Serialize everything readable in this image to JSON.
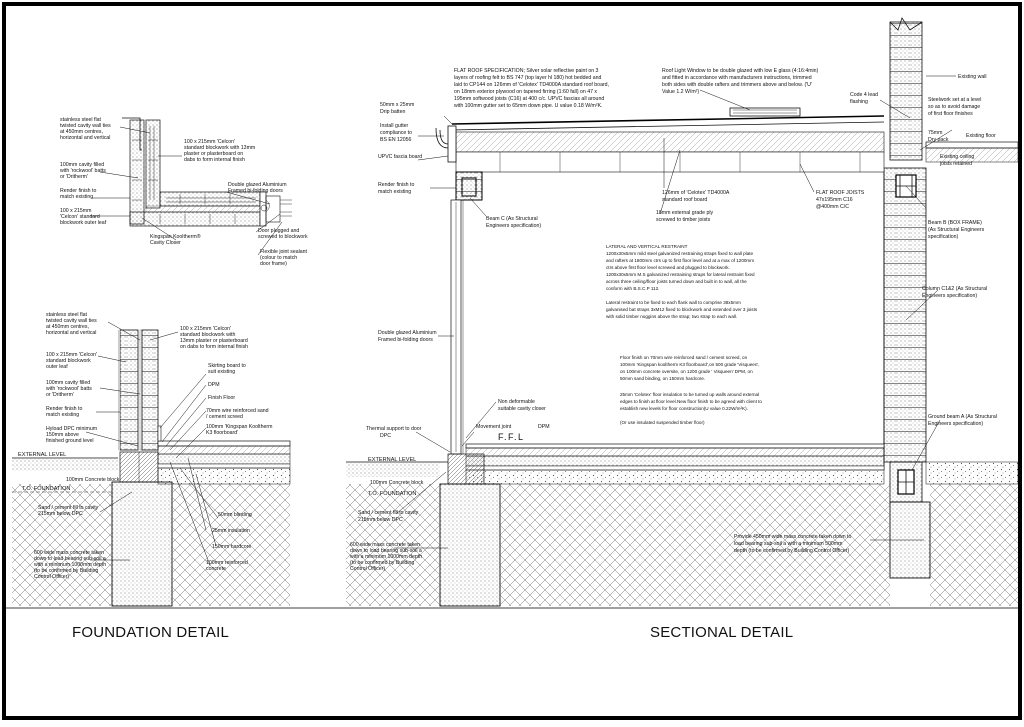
{
  "foundation_detail": {
    "title": "FOUNDATION DETAIL",
    "plan_notes": {
      "ties": [
        "stainless steel flat",
        "twisted cavity wall ties",
        "at 450mm centres,",
        "horizontal and vertical"
      ],
      "cavity": [
        "100mm cavity filled",
        "with 'rockwool' batts",
        "or 'Dritherm'"
      ],
      "render": [
        "Render finish to",
        "match existing"
      ],
      "outer_leaf": [
        "100 x 215mm",
        "'Celcon' standard",
        "blockwork outer leaf"
      ],
      "inner_leaf": [
        "100 x 215mm 'Celcon'",
        "standard blockwork with 13mm",
        "plaster or plasterboard on",
        "dabs to form internal finish"
      ],
      "bifold": [
        "Double glazed Aluminium",
        "Framed bi-folding doors"
      ],
      "closer": [
        "Kingspan Kooltherm®",
        "Cavity Closer"
      ],
      "plugged": [
        "Door plugged and",
        "screwed to blockwork"
      ],
      "sealant": [
        "Flexible joint sealant",
        "(colour to match",
        "door frame)"
      ]
    },
    "section_notes": {
      "ties": [
        "stainless steel flat",
        "twisted cavity wall ties",
        "at 450mm centres,",
        "horizontal and vertical"
      ],
      "inner": [
        "100 x 215mm 'Celcon'",
        "standard blockwork with",
        "13mm plaster or plasterboard",
        "on dabs to form internal finish"
      ],
      "outer": [
        "100 x 215mm 'Celcon'",
        "standard blockwork",
        "outer leaf"
      ],
      "skirting": [
        "Skirting board to",
        "suit existing"
      ],
      "dpm": [
        "DPM"
      ],
      "cavity": [
        "100mm cavity filled",
        "with 'rockwool' batts",
        "or 'Dritherm'"
      ],
      "finish_floor": [
        "Finish Floor"
      ],
      "screed": [
        "70mm wire reinforced sand",
        "/ cement screed"
      ],
      "render": [
        "Render finish to",
        "match existing"
      ],
      "kooltherm": [
        "100mm 'Kingspan Kooltherm",
        "K3 floorboard'"
      ],
      "dpc": [
        "Hyload DPC minimum",
        "150mm above",
        "finished ground level"
      ],
      "ext_level": "EXTERNAL LEVEL",
      "concrete_block": "100mm Concrete block",
      "to_foundation": "T.O. FOUNDATION",
      "blinding": "50mm blinding",
      "sand_fill": [
        "Sand / cement fill to cavity",
        "215mm below DPC"
      ],
      "insulation": "25mm insulation",
      "hardcore": "150mm hardcore",
      "concrete_slab": [
        "100mm reinforced",
        "concrete"
      ],
      "mass_concrete": [
        "600 wide mass concrete taken",
        "down to load bearing sub-soil a",
        "with a minimum 1000mm depth",
        "(to be confirmed by Building",
        "Control Officer)"
      ]
    }
  },
  "sectional_detail": {
    "title": "SECTIONAL DETAIL",
    "flat_roof_spec": [
      "FLAT ROOF SPECIFICATION; Silver solar reflective paint on 3",
      "layers of roofing felt to BS 747 (top layer hl 180) hot bedded and",
      "laid to CP144  on 126mm of 'Celotex' TD4000A standard roof board,",
      "on 18mm exterior plywood on tapered firring (1:60 fall) on  47 x",
      "195mm softwood joists (C16) at 400 c/c.  UPVC fascias all around",
      "with 100mm gutter set to 65mm down pipe.  U value 0.18 W/m²K."
    ],
    "roof_light": [
      "Roof Light Window to be double glazed with low E glass (4:16:4min)",
      "and fitted in accordance with manufacturers instructions, trimmed",
      "both sides with double rafters and trimmers above and below. ('U'",
      "Value 1.2 W/m²)"
    ],
    "drip_batten": [
      "50mm x 25mm",
      "Drip batten"
    ],
    "gutter": [
      "Install  gutter",
      "compliance to",
      "BS EN 12056"
    ],
    "fascia": "UPVC fascia board",
    "render": [
      "Render  finish  to",
      "match existing"
    ],
    "beam_c": [
      "Beam C (As Structural",
      "Engineers specification)"
    ],
    "roof_board": [
      "126mm of 'Celotex' TD4000A",
      "standard roof board"
    ],
    "ply": [
      "18mm external grade ply",
      "screwed to timber joists"
    ],
    "joists": [
      "FLAT ROOF JOISTS",
      "47x195mm C16",
      "@400mm C/C"
    ],
    "code4": [
      "Code 4 lead",
      "flashing"
    ],
    "existing_wall": "Existing wall",
    "steelwork": [
      "Steelwork set at a level",
      "so as to avoid damage",
      "of first floor finishes"
    ],
    "dry_pack": [
      "75mm",
      "Dry pack"
    ],
    "existing_floor": "Existing floor",
    "ceiling_joists": [
      "Existing ceiling",
      "joists retained"
    ],
    "beam_b": [
      "Beam B (BOX FRAME)",
      "(As Structural Engineers",
      "specification)"
    ],
    "restraint": [
      "LATERAL AND VERTICAL RESTRAINT",
      "1200x30x5mm mild steel galvanized restraining straps fixed to wall plate",
      "and rafters at 1800mm ctrs up to first floor level and at a max of 1200mm",
      "ctrs above first floor level screwed and plugged to blockwork.",
      "1200x30x5mm M.S galvanized restraining straps for lateral restraint fixed",
      "across three ceiling/floor joists turned down and built in to wall, all the",
      "conform with B.S.C.P 112.",
      "",
      "Lateral restraint to be fixed to each flank wall to comprise 38x5mm",
      "galvanised bat straps 3xM12 fixed to blockwork and extended over 3 joists",
      "with solid timber noggins above the strap; two strap to each wall."
    ],
    "column": [
      "Column C1&2 (As Structural",
      "Engineers specification)"
    ],
    "bifold": [
      "Double glazed Aluminium",
      "Framed bi-folding doors"
    ],
    "floor_finish": [
      "Floor finish on 70mm wire reinforced sand / cement screed, on",
      "100mm 'Kingspan kooltherm K3 floorboard',on 500 grade 'Visqueen',",
      "on 100mm concrete oversite, on 1200 grade ' Visqueen' DPM, on",
      "50mm sand binding, on 150mm hardcore."
    ],
    "celotex_floor": [
      "25mm 'Celotex' floor insulation to be turned up walls around external",
      "edges to finish at floor level.New floor finish to be agreed with client to",
      "establish new levels for floor construction(U value 0.22W/m²K)."
    ],
    "timber_floor": "(Or use insulated suspended timber floor)",
    "non_deform": [
      "Non deformable",
      "suitable cavity closer"
    ],
    "movement": "Movement joint",
    "thermal": [
      "Thermal support to door",
      "DPC"
    ],
    "ffl": "F.F.L",
    "dpm": "DPM",
    "ground_beam": [
      "Ground beam A (As Structural",
      "Engineers specification)"
    ],
    "ext_level": "EXTERNAL LEVEL",
    "concrete_block": "100mm Concrete block",
    "to_foundation": "T.O. FOUNDATION",
    "sand_fill": [
      "Sand / cement fill to cavity",
      "215mm below DPC"
    ],
    "mass_concrete": [
      "600 wide mass concrete taken",
      "down to load bearing sub-soil a",
      "with a minimum 1000mm depth",
      "(to be confirmed by Building",
      "Control Officer)"
    ],
    "provide": [
      "Provide 450mm wide mass concrete taken down to",
      "load bearing sub-soil a with a minimum 500mm",
      "depth (to be confirmed by Building Control Officer)"
    ]
  }
}
